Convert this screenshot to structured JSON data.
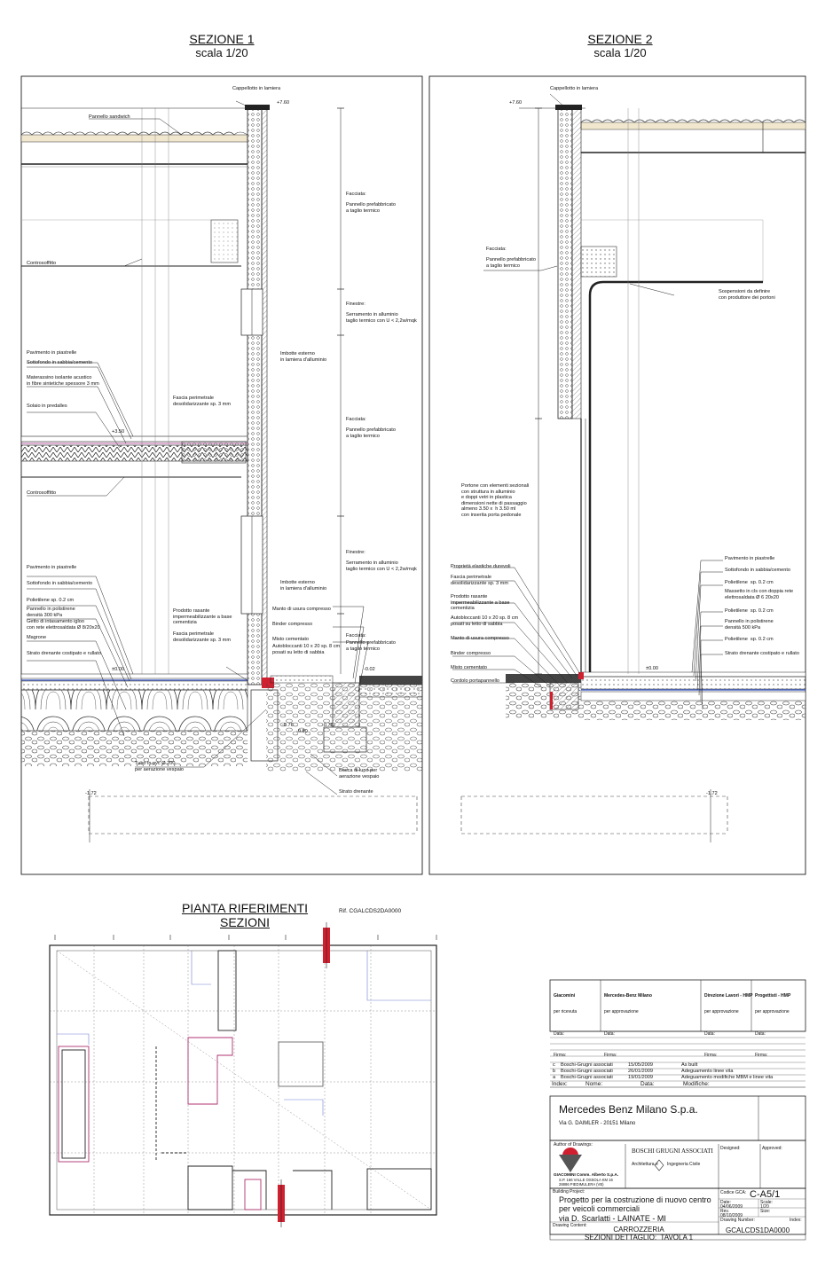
{
  "sections": [
    {
      "title": "SEZIONE 1",
      "scale": "scala 1/20",
      "labels": [
        "Cappellotto in lamiera",
        "Pannello sandwich",
        "Controsoffitto",
        "Pavimento in piastrelle",
        "Sottofondo in sabbia/cemento",
        "Materassino isolante acustico\nin fibre sintetiche spessore 3 mm",
        "Solaio in predalles",
        "Controsoffitto",
        "Pavimento in piastrelle",
        "Sottofondo in sabbia/cemento",
        "Polietilene sp. 0.2 cm",
        "Pannello in polistirene\ndensità 300 kPa",
        "Getto di intasamento igloo\ncon rete elettrosaldata Ø 8/20x20",
        "Magrone",
        "Strato drenante costipato e rullato",
        "Tubo in pvc Ø 200\nper aerazione vespaio",
        "Facciata:",
        "Pannello prefabbricato\na taglio termico",
        "Finestre:",
        "Serramento in alluminio\ntaglio termico con U < 2,2w/mqk",
        "Imbotte esterno\nin lamiera d'alluminio",
        "Fascia perimetrale\ndesolidarizzante sp. 3 mm",
        "Facciata:",
        "Pannello prefabbricato\na taglio termico",
        "Finestre:",
        "Serramento in alluminio\ntaglio termico con U < 2,2w/mqk",
        "Imbotte esterno\nin lamiera d'alluminio",
        "Prodotto rasante\nimpermeabilizzante a base\ncementizia",
        "Fascia perimetrale\ndesolidarizzante sp. 3 mm",
        "Manto di usura compresso",
        "Binder compresso",
        "Misto cementato",
        "Autobloccanti 10 x 20 sp. 8 cm\nposati su letto di sabbia",
        "Facciata:",
        "Pannello prefabbricato\na taglio termico",
        "Bocca di lupo per\naerazione vespaio",
        "Strato drenante"
      ],
      "levels": [
        "+7.60",
        "+3.50",
        "±0.00",
        "-0.02",
        "-0.76",
        "-0.80",
        "-0.76",
        "-1.72"
      ]
    },
    {
      "title": "SEZIONE 2",
      "scale": "scala 1/20",
      "labels": [
        "Cappellotto in lamiera",
        "Facciata:",
        "Pannello prefabbricato\na taglio termico",
        "Sospensioni da definire\ncon produttore dei portoni",
        "Portone con elementi sezionali\ncon struttura in alluminio\ne doppi vetri in plastica\ndimensioni nette di passaggio\nalmeno 3.50 x  h 3.50 ml\ncon inserita porta pedonale",
        "Proprietà elastiche durevoli",
        "Fascia perimetrale\ndesolidarizzante sp. 3 mm",
        "Prodotto rasante\nimpermeabilizzante a base\ncementizia",
        "Autobloccanti 10 x 20 sp. 8 cm\nposati su letto di sabbia",
        "Manto di usura compresso",
        "Binder compresso",
        "Misto cementato",
        "Cordolo portapannello",
        "Pavimento in piastrelle",
        "Sottofondo in sabbia/cemento",
        "Polietilene  sp. 0.2 cm",
        "Massetto in cls con doppia rete\nelettrosaldata Ø 6 20x20",
        "Polietilene  sp. 0.2 cm",
        "Pannello in polistirene\ndensità 500 kPa",
        "Polietilene  sp. 0.2 cm",
        "Strato drenante costipato e rullato"
      ],
      "levels": [
        "+7.60",
        "±0.00",
        "-1.72"
      ]
    }
  ],
  "plan": {
    "title": "PIANTA  RIFERIMENTI SEZIONI",
    "ref": "Rif. CGALCDS2DA0000"
  },
  "titleblock": {
    "approvals": [
      {
        "name": "Giacomini",
        "role": "per ricevuta",
        "date": "Data:",
        "sign": "Firma:"
      },
      {
        "name": "Mercedes-Benz Milano",
        "role": "per approvazione",
        "date": "Data:",
        "sign": "Firma:"
      },
      {
        "name": "Direzione Lavori - HMP",
        "role": "per approvazione",
        "date": "Data:",
        "sign": "Firma:"
      },
      {
        "name": "Progettisti - HMP",
        "role": "per approvazione",
        "date": "Data:",
        "sign": "Firma:"
      }
    ],
    "revisions": [
      {
        "index": "c",
        "name": "Boschi-Grugni associati",
        "date": "15/05/2009",
        "change": "As built"
      },
      {
        "index": "b",
        "name": "Boschi-Grugni associati",
        "date": "26/01/2009",
        "change": "Adeguamento linee vita"
      },
      {
        "index": "a",
        "name": "Boschi-Grugni associati",
        "date": "19/01/2009",
        "change": "Adeguamento modifiche MBM e linee vita"
      }
    ],
    "rev_headers": {
      "index": "Index:",
      "name": "Nome:",
      "date": "Data:",
      "change": "Modifiche:"
    },
    "client": "Mercedes Benz Milano S.p.a.",
    "client_address": "Via G. DAIMLER  -  20151 Milano",
    "author_label": "Author of Drawings:",
    "designed_label": "Designed:",
    "approved_label": "Approved:",
    "contractor_name": "GIACOMINI Comm. Alberto S.p.A.",
    "contractor_addr": "S.P. 166 VALLE OSSOLA KM 16\n28886 PIEDIMULERA (VB)",
    "architect_name": "BOSCHI GRUGNI ASSOCIATI",
    "architect_sub1": "Architettura e",
    "architect_sub2": "Ingegneria Civile",
    "building_label": "Building Project:",
    "project": "Progetto per la costruzione di nuovo centro\nper veicoli commerciali",
    "address": "via D. Scarlatti -  LAINATE - MI",
    "code_label": "Codice GCA:",
    "code": "C-A5/1",
    "date_label": "Date:",
    "date_value": "04/06/2009",
    "scale_label": "Scale:",
    "scale_value": "1/20",
    "rev_label": "Rev.",
    "rev_value": "08/10/2009",
    "size_label": "Size:",
    "content_label": "Drawing Content:",
    "content": "CARROZZERIA\nSEZIONI DETTAGLIO:  TAVOLA 1",
    "number_label": "Drawing Number:",
    "number": "GCALCDS1DA0000",
    "index_label": "Index:"
  }
}
